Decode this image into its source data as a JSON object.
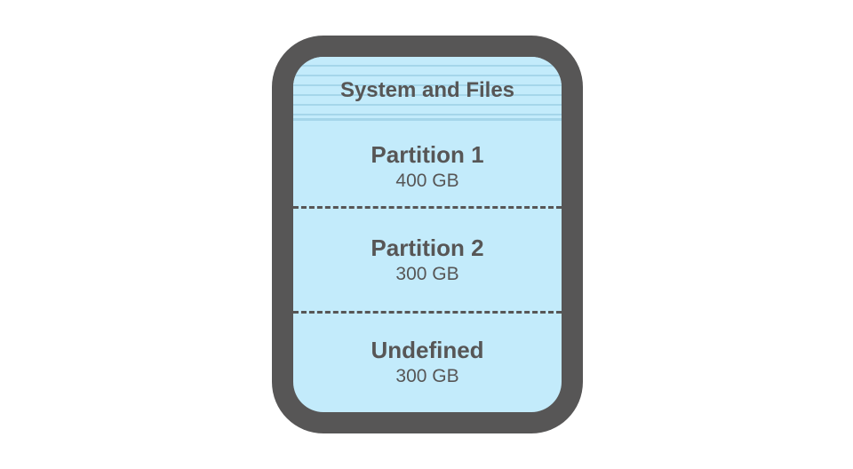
{
  "disk": {
    "system_label": "System and Files",
    "partitions": [
      {
        "name": "Partition 1",
        "size": "400 GB"
      },
      {
        "name": "Partition 2",
        "size": "300 GB"
      },
      {
        "name": "Undefined",
        "size": "300 GB"
      }
    ]
  },
  "colors": {
    "frame": "#575656",
    "fill": "#c3ebfb",
    "stripe": "#a5d6ea",
    "text": "#575656"
  }
}
